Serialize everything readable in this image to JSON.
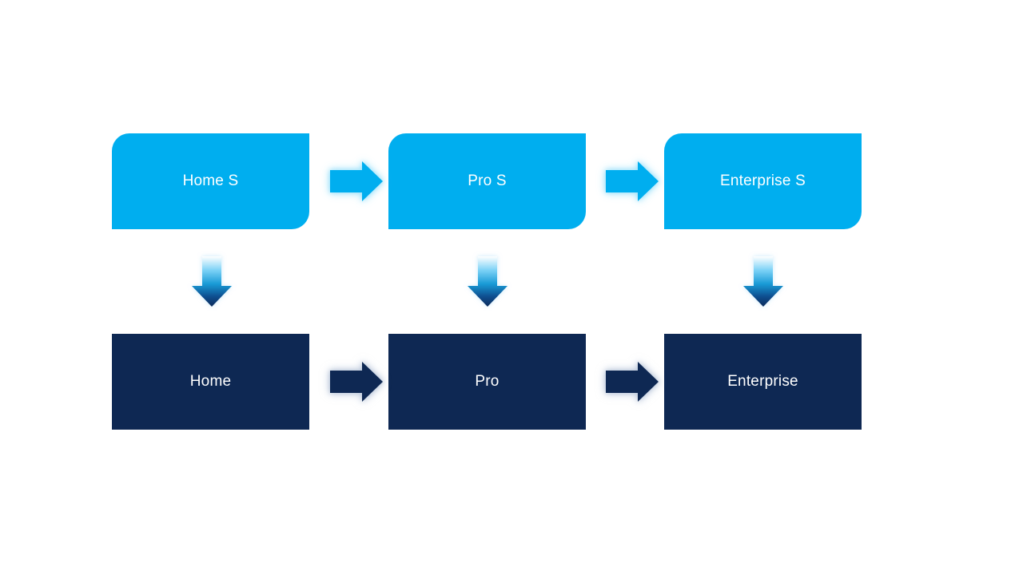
{
  "diagram": {
    "title": "edition-upgrade-flow",
    "background": "#FFFFFF",
    "columns": [
      {
        "top_label": "Home S",
        "bottom_label": "Home"
      },
      {
        "top_label": "Pro S",
        "bottom_label": "Pro"
      },
      {
        "top_label": "Enterprise S",
        "bottom_label": "Enterprise"
      }
    ],
    "colors": {
      "top_box": "#00AEEF",
      "bottom_box": "#0E2853",
      "label_text": "#FFFFFF",
      "top_arrow": "#00AEEF",
      "bottom_arrow": "#0E2853",
      "top_arrow_glow": "#9EE2FA",
      "bottom_arrow_glow": "#BCC9DC",
      "down_arrow_gradient": [
        "#FFFFFF",
        "#7AD1F6",
        "#189AD6",
        "#0E4E8F",
        "#0D2C5B"
      ]
    }
  }
}
